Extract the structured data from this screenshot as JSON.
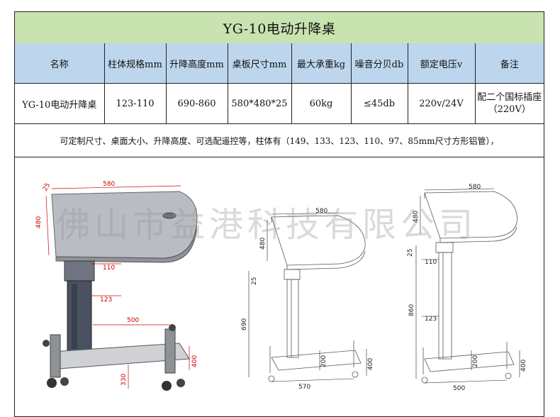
{
  "title": "YG-10电动升降桌",
  "headers": [
    "名称",
    "柱体规格mm",
    "升降高度mm",
    "桌板尺寸mm",
    "最大承重kg",
    "噪音分贝db",
    "额定电压v",
    "备注"
  ],
  "row": [
    "YG-10电动升降桌",
    "123-110",
    "690-860",
    "580*480*25",
    "60kg",
    "≤45db",
    "220v/24V",
    "配二个国标插座（220V）"
  ],
  "note": "可定制尺寸、桌面大小、升降高度、可选配遥控等，柱体有（149、133、123、110、97、85mm尺寸方形铝管），",
  "watermark": "佛山市益港科技有限公司",
  "dims": {
    "left": {
      "top": "580",
      "side": "480",
      "col": "110",
      "col2": "123",
      "base": "500",
      "h1": "330",
      "h2": "400",
      "t": "25"
    },
    "middle": {
      "top": "580",
      "side": "480",
      "t": "25",
      "h": "690",
      "w": "200",
      "base": "570",
      "d": "400"
    },
    "right": {
      "top": "580",
      "side": "480",
      "t": "25",
      "col": "110",
      "col2": "123",
      "h": "860",
      "w": "200",
      "base": "500",
      "d": "400"
    }
  }
}
